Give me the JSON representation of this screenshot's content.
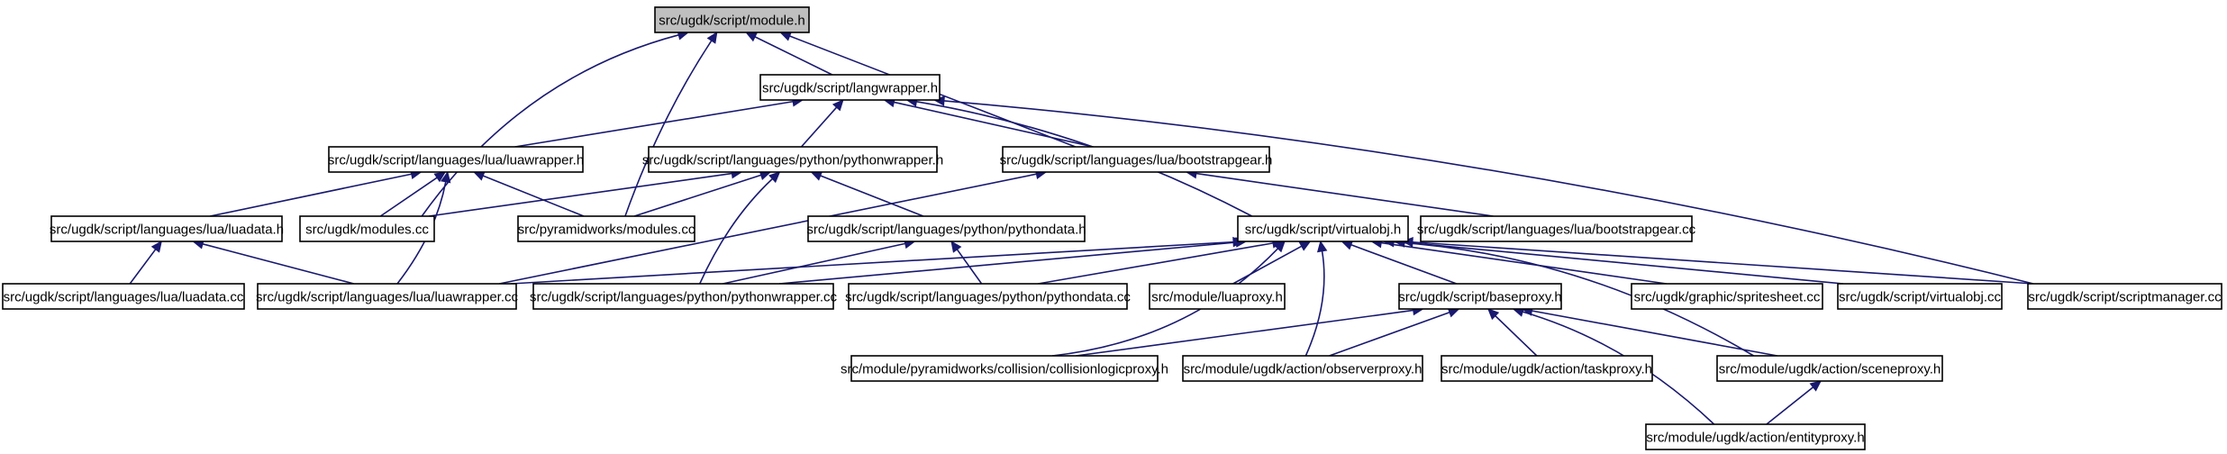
{
  "colors": {
    "edge": "#191970",
    "root_fill": "#bfbfbf",
    "node_fill": "#ffffff",
    "node_border": "#000000"
  },
  "nodes": [
    {
      "id": "module_h",
      "label": "src/ugdk/script/module.h",
      "root": true
    },
    {
      "id": "langwrapper_h",
      "label": "src/ugdk/script/langwrapper.h"
    },
    {
      "id": "luawrapper_h",
      "label": "src/ugdk/script/languages/lua/luawrapper.h"
    },
    {
      "id": "pythonwrapper_h",
      "label": "src/ugdk/script/languages/python/pythonwrapper.h"
    },
    {
      "id": "bootstrapgear_h",
      "label": "src/ugdk/script/languages/lua/bootstrapgear.h"
    },
    {
      "id": "luadata_h",
      "label": "src/ugdk/script/languages/lua/luadata.h"
    },
    {
      "id": "ugdk_modules_cc",
      "label": "src/ugdk/modules.cc"
    },
    {
      "id": "pw_modules_cc",
      "label": "src/pyramidworks/modules.cc"
    },
    {
      "id": "pythondata_h",
      "label": "src/ugdk/script/languages/python/pythondata.h"
    },
    {
      "id": "virtualobj_h",
      "label": "src/ugdk/script/virtualobj.h"
    },
    {
      "id": "bootstrapgear_cc",
      "label": "src/ugdk/script/languages/lua/bootstrapgear.cc"
    },
    {
      "id": "luadata_cc",
      "label": "src/ugdk/script/languages/lua/luadata.cc"
    },
    {
      "id": "luawrapper_cc",
      "label": "src/ugdk/script/languages/lua/luawrapper.cc"
    },
    {
      "id": "pythonwrapper_cc",
      "label": "src/ugdk/script/languages/python/pythonwrapper.cc"
    },
    {
      "id": "pythondata_cc",
      "label": "src/ugdk/script/languages/python/pythondata.cc"
    },
    {
      "id": "luaproxy_h",
      "label": "src/module/luaproxy.h"
    },
    {
      "id": "baseproxy_h",
      "label": "src/ugdk/script/baseproxy.h"
    },
    {
      "id": "spritesheet_cc",
      "label": "src/ugdk/graphic/spritesheet.cc"
    },
    {
      "id": "virtualobj_cc",
      "label": "src/ugdk/script/virtualobj.cc"
    },
    {
      "id": "scriptmanager_cc",
      "label": "src/ugdk/script/scriptmanager.cc"
    },
    {
      "id": "collisionlogicproxy_h",
      "label": "src/module/pyramidworks/collision/collisionlogicproxy.h"
    },
    {
      "id": "observerproxy_h",
      "label": "src/module/ugdk/action/observerproxy.h"
    },
    {
      "id": "taskproxy_h",
      "label": "src/module/ugdk/action/taskproxy.h"
    },
    {
      "id": "sceneproxy_h",
      "label": "src/module/ugdk/action/sceneproxy.h"
    },
    {
      "id": "entityproxy_h",
      "label": "src/module/ugdk/action/entityproxy.h"
    }
  ],
  "edges": [
    [
      "langwrapper_h",
      "module_h"
    ],
    [
      "ugdk_modules_cc",
      "module_h"
    ],
    [
      "pw_modules_cc",
      "module_h"
    ],
    [
      "bootstrapgear_h",
      "module_h"
    ],
    [
      "luawrapper_h",
      "langwrapper_h"
    ],
    [
      "pythonwrapper_h",
      "langwrapper_h"
    ],
    [
      "bootstrapgear_h",
      "langwrapper_h"
    ],
    [
      "virtualobj_h",
      "langwrapper_h"
    ],
    [
      "scriptmanager_cc",
      "langwrapper_h"
    ],
    [
      "luadata_h",
      "luawrapper_h"
    ],
    [
      "ugdk_modules_cc",
      "luawrapper_h"
    ],
    [
      "pw_modules_cc",
      "luawrapper_h"
    ],
    [
      "luawrapper_cc",
      "luawrapper_h"
    ],
    [
      "ugdk_modules_cc",
      "pythonwrapper_h"
    ],
    [
      "pw_modules_cc",
      "pythonwrapper_h"
    ],
    [
      "pythondata_h",
      "pythonwrapper_h"
    ],
    [
      "pythonwrapper_cc",
      "pythonwrapper_h"
    ],
    [
      "bootstrapgear_cc",
      "bootstrapgear_h"
    ],
    [
      "luawrapper_cc",
      "bootstrapgear_h"
    ],
    [
      "luadata_cc",
      "luadata_h"
    ],
    [
      "luawrapper_cc",
      "luadata_h"
    ],
    [
      "pythonwrapper_cc",
      "pythondata_h"
    ],
    [
      "pythondata_cc",
      "pythondata_h"
    ],
    [
      "luawrapper_cc",
      "virtualobj_h"
    ],
    [
      "pythonwrapper_cc",
      "virtualobj_h"
    ],
    [
      "pythondata_cc",
      "virtualobj_h"
    ],
    [
      "luaproxy_h",
      "virtualobj_h"
    ],
    [
      "baseproxy_h",
      "virtualobj_h"
    ],
    [
      "spritesheet_cc",
      "virtualobj_h"
    ],
    [
      "virtualobj_cc",
      "virtualobj_h"
    ],
    [
      "scriptmanager_cc",
      "virtualobj_h"
    ],
    [
      "collisionlogicproxy_h",
      "virtualobj_h"
    ],
    [
      "observerproxy_h",
      "virtualobj_h"
    ],
    [
      "sceneproxy_h",
      "virtualobj_h"
    ],
    [
      "collisionlogicproxy_h",
      "baseproxy_h"
    ],
    [
      "observerproxy_h",
      "baseproxy_h"
    ],
    [
      "taskproxy_h",
      "baseproxy_h"
    ],
    [
      "sceneproxy_h",
      "baseproxy_h"
    ],
    [
      "entityproxy_h",
      "baseproxy_h"
    ],
    [
      "entityproxy_h",
      "sceneproxy_h"
    ]
  ]
}
